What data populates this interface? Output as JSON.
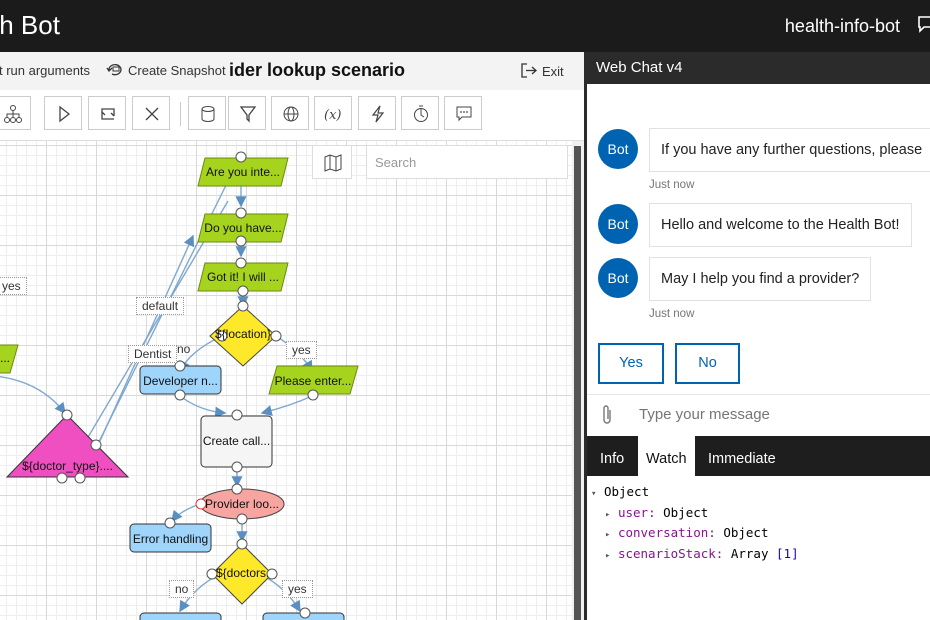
{
  "header": {
    "app_title": "th Bot",
    "bot_name": "health-info-bot"
  },
  "commands": {
    "run_arguments": "t run arguments",
    "create_snapshot": "Create Snapshot",
    "scenario_title": "ider lookup scenario",
    "exit": "Exit"
  },
  "canvas": {
    "search_placeholder": "Search",
    "nodes": {
      "are_you": "Are you inte...",
      "do_you_have": "Do you have...",
      "got_it": "Got it! I will ...",
      "location": "${location}...",
      "developer": "Developer n...",
      "please_enter": "Please enter...",
      "doctor_type": "${doctor_type}....",
      "create_call": "Create call...",
      "provider_lookup": "Provider loo...",
      "error_handling": "Error handling",
      "doctors": "${doctors...",
      "left_fragment": "o..."
    },
    "edge_labels": {
      "yes_top": "yes",
      "default": "default",
      "dentist": "Dentist",
      "no_location": "no",
      "yes_location": "yes",
      "no_doctors": "no",
      "yes_doctors": "yes"
    }
  },
  "webchat": {
    "title": "Web Chat v4",
    "avatar_label": "Bot",
    "messages": [
      {
        "text": "If you have any further questions, please",
        "timestamp": "Just now"
      },
      {
        "text": "Hello and welcome to the Health Bot!",
        "timestamp": ""
      },
      {
        "text": "May I help you find a provider?",
        "timestamp": "Just now"
      }
    ],
    "suggested_actions": [
      "Yes",
      "No"
    ],
    "input_placeholder": "Type your message"
  },
  "debug": {
    "tabs": [
      "Info",
      "Watch",
      "Immediate"
    ],
    "active_tab": "Watch",
    "root": "Object",
    "items": [
      {
        "key": "user",
        "value": "Object"
      },
      {
        "key": "conversation",
        "value": "Object"
      },
      {
        "key": "scenarioStack",
        "value": "Array",
        "count": "[1]"
      }
    ]
  },
  "colors": {
    "topbar": "#1b1b1b",
    "accent": "#0063b1",
    "prompt_node": "#a6d41e",
    "condition_node": "#fde92a",
    "action_node": "#9fd4fb",
    "switch_node": "#ef4fc0",
    "datasource_node": "#f6a5a1"
  }
}
